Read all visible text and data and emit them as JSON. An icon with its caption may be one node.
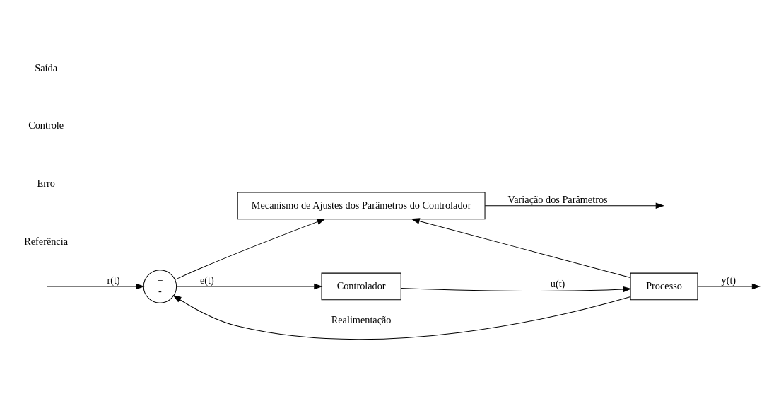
{
  "diagram": {
    "nodes": [
      {
        "text": [
          "Mecanismo de Ajustes dos Parâmetros do Controlador"
        ]
      },
      {
        "text": [
          "+",
          "-"
        ]
      },
      {
        "text": [
          "Controlador"
        ]
      },
      {
        "text": [
          "Processo"
        ]
      }
    ],
    "edges": [
      {
        "from": null,
        "to": 1,
        "arrow": "to",
        "label": "r(t)"
      },
      {
        "from": 1,
        "to": 2,
        "arrow": "to",
        "label": "e(t)"
      },
      {
        "from": 2,
        "to": 3,
        "arrow": "to",
        "label": "u(t)"
      },
      {
        "from": 3,
        "to": null,
        "arrow": "to",
        "label": "y(t)"
      },
      {
        "from": 1,
        "to": 0,
        "arrow": "to"
      },
      {
        "from": 3,
        "to": 0,
        "arrow": "to"
      },
      {
        "from": 3,
        "to": 1,
        "arrow": "to",
        "label": "Realimentação"
      },
      {
        "from": 0,
        "to": null,
        "arrow": "to",
        "label": "Variação dos Parâmetros"
      }
    ],
    "labels": [
      "Referência",
      "Erro",
      "Controle",
      "Saída"
    ]
  }
}
